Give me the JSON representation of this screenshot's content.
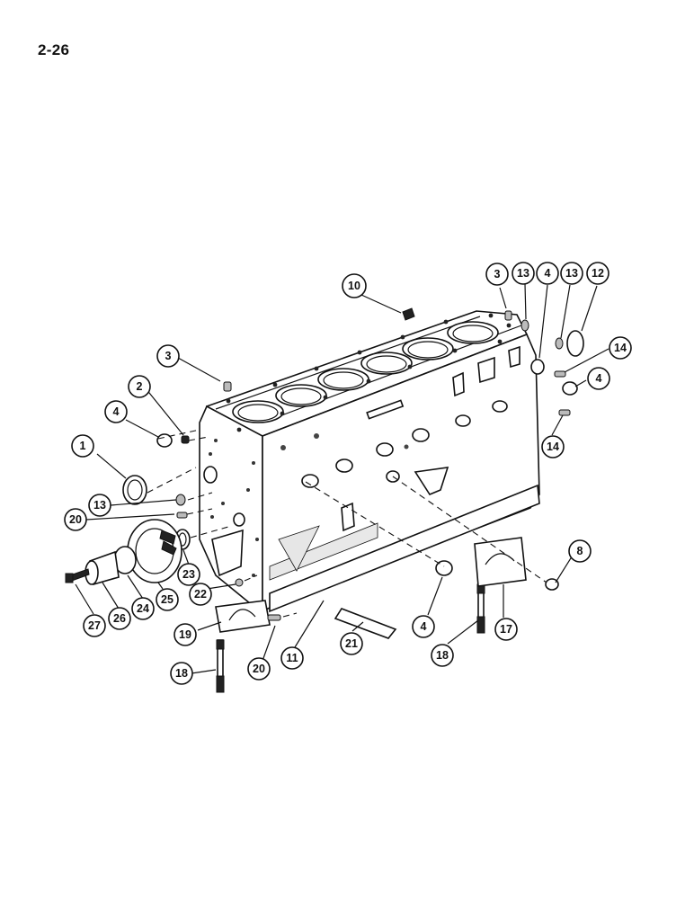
{
  "page": {
    "number": "2-26"
  },
  "callouts": {
    "c1": "1",
    "c2": "2",
    "c3a": "3",
    "c3b": "3",
    "c4a": "4",
    "c4b": "4",
    "c4c": "4",
    "c4d": "4",
    "c8": "8",
    "c10": "10",
    "c11": "11",
    "c12": "12",
    "c13a": "13",
    "c13b": "13",
    "c13c": "13",
    "c14a": "14",
    "c14b": "14",
    "c17": "17",
    "c18a": "18",
    "c18b": "18",
    "c19": "19",
    "c20a": "20",
    "c20b": "20",
    "c21": "21",
    "c22": "22",
    "c23": "23",
    "c24": "24",
    "c25": "25",
    "c26": "26",
    "c27": "27"
  }
}
